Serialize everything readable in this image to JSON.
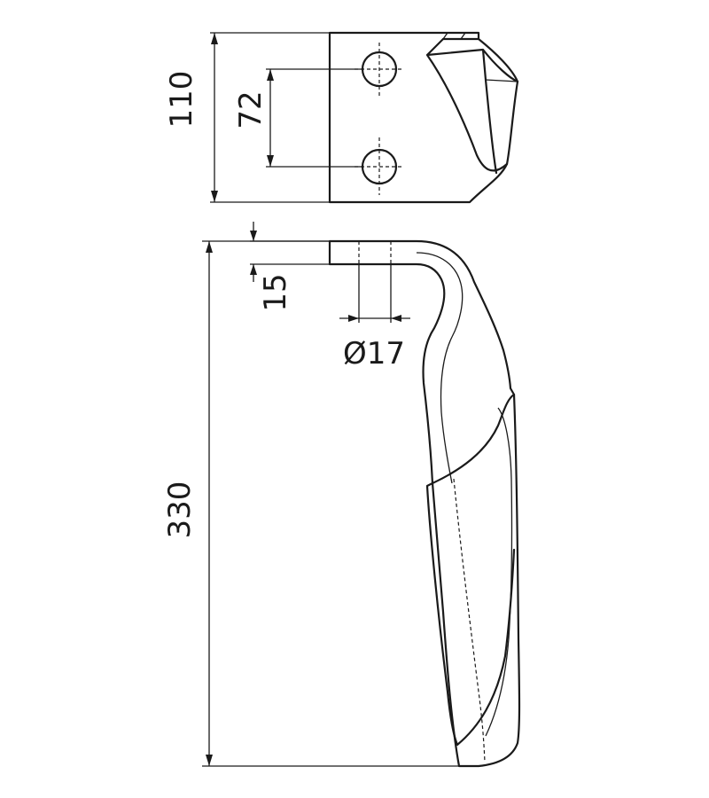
{
  "drawing": {
    "dimensions": {
      "overall_height": "330",
      "plate_width": "110",
      "hole_spacing": "72",
      "flange_thickness": "15",
      "hole_diameter": "Ø17"
    }
  }
}
